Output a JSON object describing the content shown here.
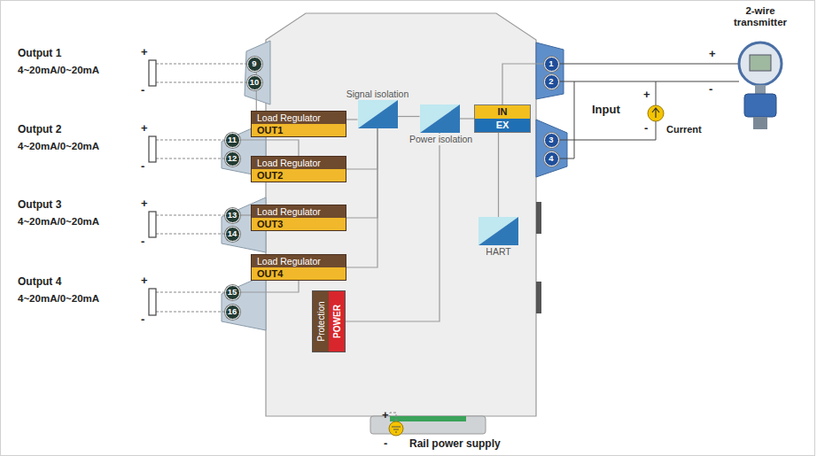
{
  "diagram": {
    "nodes": [
      {
        "text": [
          "9"
        ]
      },
      {
        "text": [
          "10"
        ]
      },
      {
        "text": [
          "11"
        ]
      },
      {
        "text": [
          "12"
        ]
      },
      {
        "text": [
          "13"
        ]
      },
      {
        "text": [
          "14"
        ]
      },
      {
        "text": [
          "15"
        ]
      },
      {
        "text": [
          "16"
        ]
      },
      {
        "text": [
          "Load Regulator",
          "OUT1"
        ]
      },
      {
        "text": [
          "Load Regulator",
          "OUT2"
        ]
      },
      {
        "text": [
          "Load Regulator",
          "OUT3"
        ]
      },
      {
        "text": [
          "Load Regulator",
          "OUT4"
        ]
      },
      {
        "text": [
          "Signal isolation"
        ]
      },
      {
        "text": [
          "Power isolation"
        ]
      },
      {
        "text": [
          "IN",
          "EX"
        ]
      },
      {
        "text": [
          "HART"
        ]
      },
      {
        "text": [
          "Protection",
          "POWER"
        ]
      },
      {
        "text": [
          "1"
        ]
      },
      {
        "text": [
          "2"
        ]
      },
      {
        "text": [
          "3"
        ]
      },
      {
        "text": [
          "4"
        ]
      }
    ],
    "edges": [
      {
        "from": 0,
        "to": 8,
        "arrow": "none"
      },
      {
        "from": 2,
        "to": 9,
        "arrow": "none"
      },
      {
        "from": 4,
        "to": 10,
        "arrow": "none"
      },
      {
        "from": 6,
        "to": 11,
        "arrow": "none"
      },
      {
        "from": 12,
        "to": 8,
        "arrow": "none"
      },
      {
        "from": 12,
        "to": 9,
        "arrow": "none"
      },
      {
        "from": 12,
        "to": 10,
        "arrow": "none"
      },
      {
        "from": 12,
        "to": 11,
        "arrow": "none"
      },
      {
        "from": 13,
        "to": 12,
        "arrow": "none"
      },
      {
        "from": 14,
        "to": 13,
        "arrow": "none"
      },
      {
        "from": 17,
        "to": 14,
        "arrow": "none"
      },
      {
        "from": 14,
        "to": 15,
        "arrow": "none"
      },
      {
        "from": 16,
        "to": 13,
        "arrow": "none"
      }
    ],
    "labels": [
      "Output 1",
      "4~20mA/0~20mA",
      "+",
      "-",
      "Output 2",
      "4~20mA/0~20mA",
      "+",
      "-",
      "Output 3",
      "4~20mA/0~20mA",
      "+",
      "-",
      "Output 4",
      "4~20mA/0~20mA",
      "+",
      "-",
      "2-wire transmitter",
      "+",
      "-",
      "Input",
      "+",
      "-",
      "Current",
      "+",
      "-",
      "Rail power supply"
    ]
  }
}
